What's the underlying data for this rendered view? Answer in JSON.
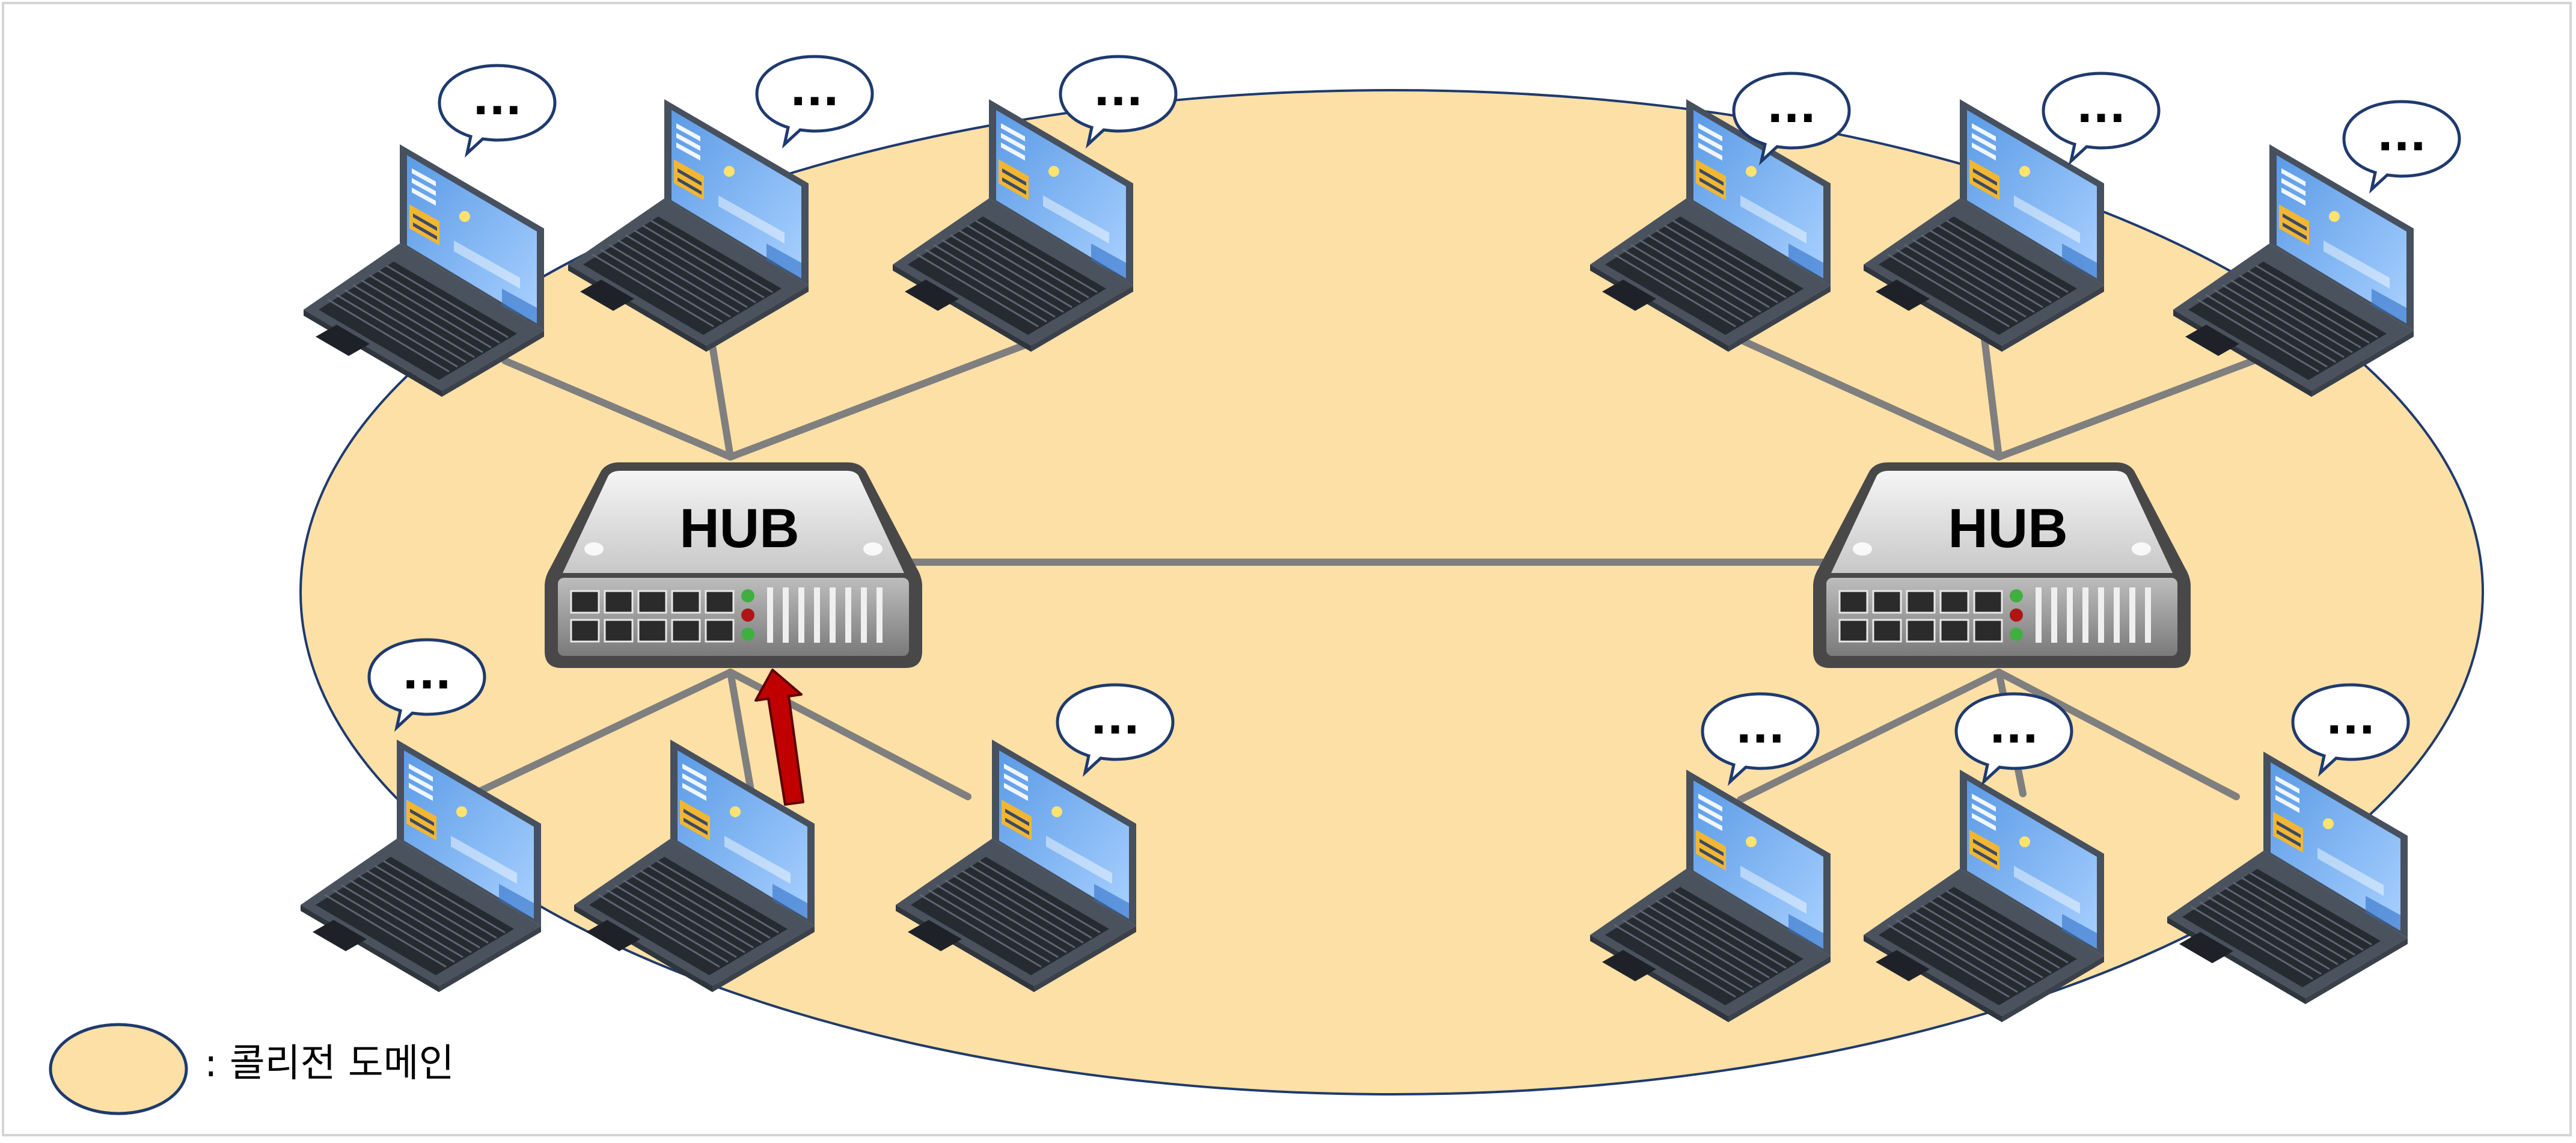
{
  "hubs": [
    {
      "label": "HUB"
    },
    {
      "label": "HUB"
    }
  ],
  "bubble_text": "...",
  "legend": {
    "text": ": 콜리전 도메인"
  },
  "colors": {
    "domain_fill": "#FDE0A6",
    "domain_stroke": "#1F3A6E",
    "cable": "#7F7F7F",
    "arrow": "#C00000",
    "hub_body": "#D9D9D9",
    "hub_outline": "#4A4A4A",
    "laptop_body": "#5E6470",
    "screen": "#6FA8E8",
    "bubble_stroke": "#1F3A6E"
  },
  "icons": [
    "laptop-icon",
    "hub-icon",
    "speech-bubble-icon"
  ]
}
